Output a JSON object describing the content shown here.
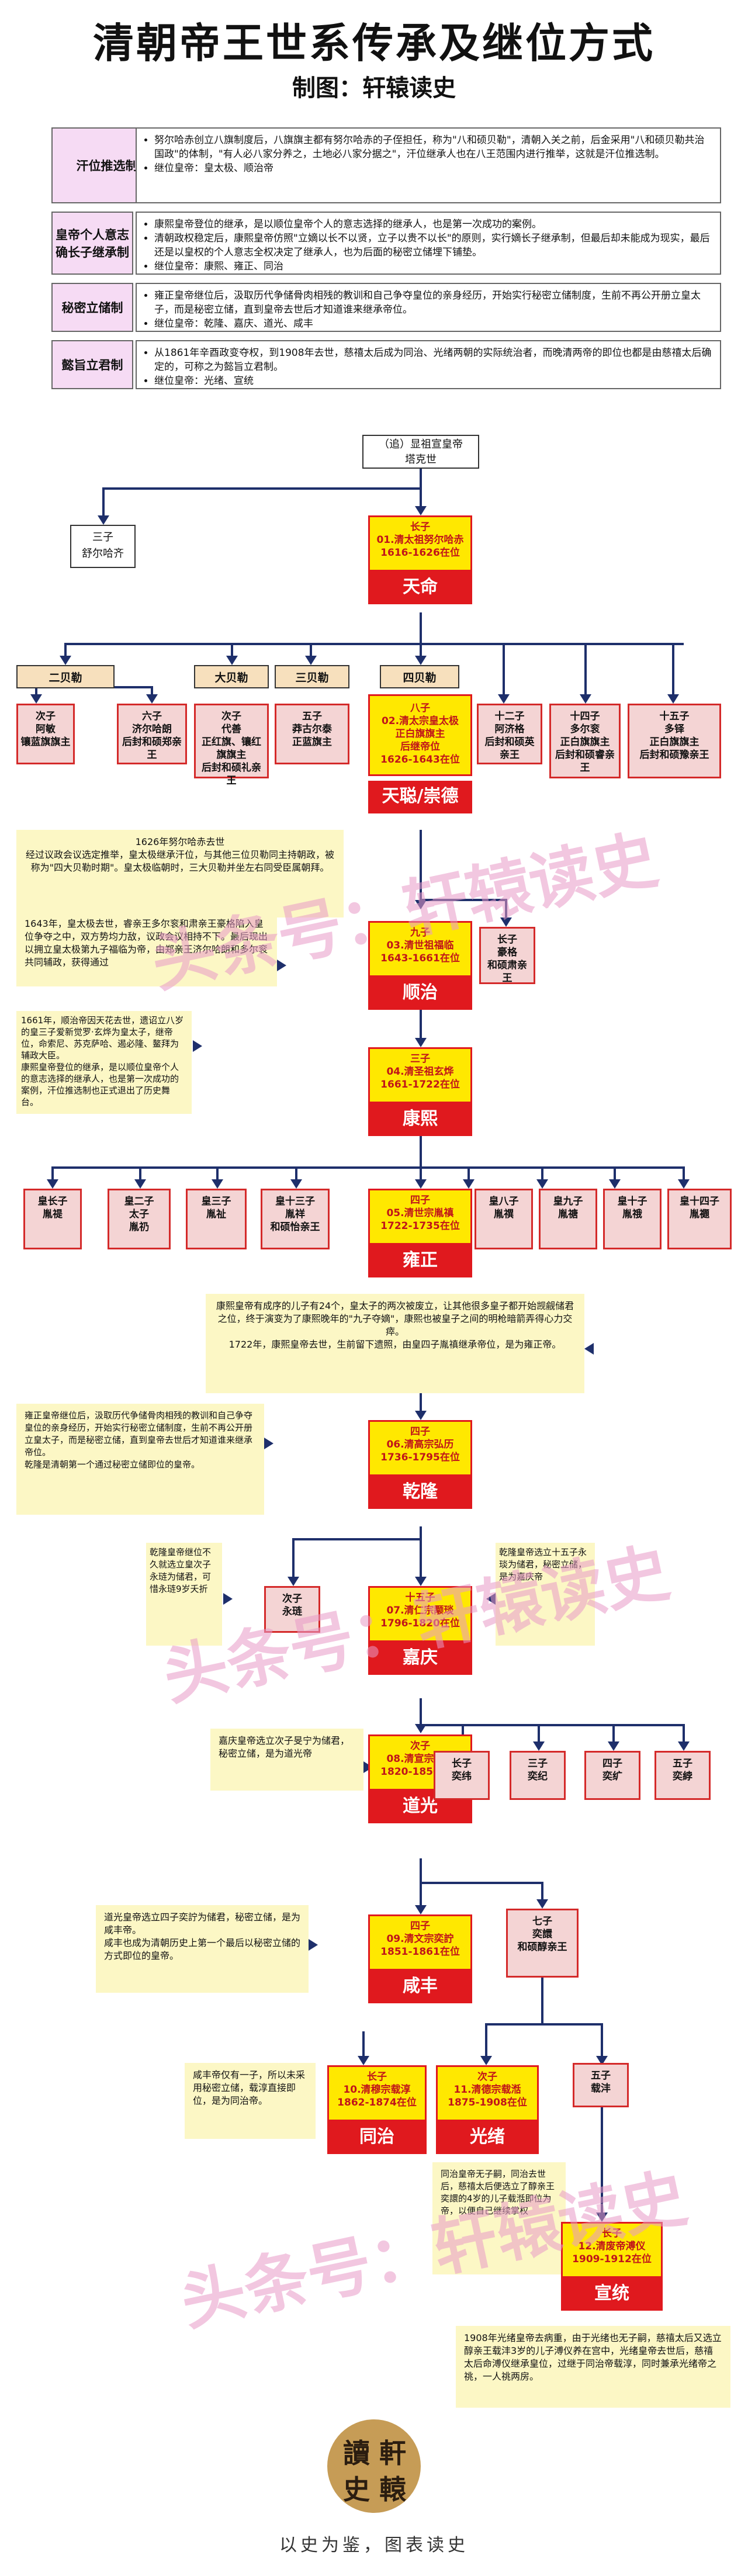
{
  "title": "清朝帝王世系传承及继位方式",
  "subtitle": "制图：轩辕读史",
  "methods": [
    {
      "label": "汗位推选制",
      "bullets": [
        "努尔哈赤创立八旗制度后，八旗旗主都有努尔哈赤的子侄担任，称为\"八和硕贝勒\"，清朝入关之前，后金采用\"八和硕贝勒共治国政\"的体制，\"有人必八家分养之，土地必八家分据之\"，汗位继承人也在八王范围内进行推举，这就是汗位推选制。",
        "继位皇帝：皇太极、顺治帝"
      ]
    },
    {
      "label": "皇帝个人意志确长子继承制",
      "bullets": [
        "康熙皇帝登位的继承，是以顺位皇帝个人的意志选择的继承人，也是第一次成功的案例。",
        "清朝政权稳定后，康熙皇帝仿照\"立嫡以长不以贤，立子以贵不以长\"的原则，实行嫡长子继承制，但最后却未能成为现实，最后还是以皇权的个人意志全权决定了继承人，也为后面的秘密立储埋下铺垫。",
        "继位皇帝：康熙、雍正、同治"
      ]
    },
    {
      "label": "秘密立储制",
      "bullets": [
        "雍正皇帝继位后，汲取历代争储骨肉相残的教训和自己争夺皇位的亲身经历，开始实行秘密立储制度，生前不再公开册立皇太子，而是秘密立储，直到皇帝去世后才知道谁来继承帝位。",
        "继位皇帝：乾隆、嘉庆、道光、咸丰"
      ]
    },
    {
      "label": "懿旨立君制",
      "bullets": [
        "从1861年辛酉政变夺权，到1908年去世，慈禧太后成为同治、光绪两朝的实际统治者，而晚清两帝的即位也都是由慈禧太后确定的，可称之为懿旨立君制。",
        "继位皇帝：光绪、宣统"
      ]
    }
  ],
  "ancestor": {
    "line1": "（追）显祖宣皇帝",
    "line2": "塔克世"
  },
  "nurhaci_brother": {
    "rank": "三子",
    "name": "舒尔哈齐"
  },
  "emperors": [
    {
      "rank": "长子",
      "title": "01.清太祖努尔哈赤",
      "years": "1616-1626在位",
      "era": "天命"
    },
    {
      "rank": "八子",
      "title": "02.清太宗皇太极",
      "extra": "正白旗旗主\n后继帝位",
      "years": "1626-1643在位",
      "era": "天聪/崇德"
    },
    {
      "rank": "九子",
      "title": "03.清世祖福临",
      "years": "1643-1661在位",
      "era": "顺治"
    },
    {
      "rank": "三子",
      "title": "04.清圣祖玄烨",
      "years": "1661-1722在位",
      "era": "康熙"
    },
    {
      "rank": "四子",
      "title": "05.清世宗胤禛",
      "years": "1722-1735在位",
      "era": "雍正"
    },
    {
      "rank": "四子",
      "title": "06.清高宗弘历",
      "years": "1736-1795在位",
      "era": "乾隆"
    },
    {
      "rank": "十五子",
      "title": "07.清仁宗颙琰",
      "years": "1796-1820在位",
      "era": "嘉庆"
    },
    {
      "rank": "次子",
      "title": "08.清宣宗旻宁",
      "years": "1820-1850在位",
      "era": "道光"
    },
    {
      "rank": "四子",
      "title": "09.清文宗奕詝",
      "years": "1851-1861在位",
      "era": "咸丰"
    },
    {
      "rank": "长子",
      "title": "10.清穆宗载淳",
      "years": "1862-1874在位",
      "era": "同治"
    },
    {
      "rank": "次子",
      "title": "11.清德宗载湉",
      "years": "1875-1908在位",
      "era": "光绪"
    },
    {
      "rank": "长子",
      "title": "12.清废帝溥仪",
      "years": "1909-1912在位",
      "era": "宣统"
    }
  ],
  "beile": [
    "二贝勒",
    "大贝勒",
    "三贝勒",
    "四贝勒"
  ],
  "nurhaci_sons": [
    {
      "rank": "次子",
      "name": "阿敏",
      "note": "镶蓝旗旗主"
    },
    {
      "rank": "六子",
      "name": "济尔哈朗",
      "note": "后封和硕郑亲王"
    },
    {
      "rank": "次子",
      "name": "代善",
      "note": "正红旗、镶红旗旗主",
      "note2": "后封和硕礼亲王"
    },
    {
      "rank": "五子",
      "name": "莽古尔泰",
      "note": "正蓝旗主"
    },
    {
      "rank": "十二子",
      "name": "阿济格",
      "note": "后封和硕英亲王"
    },
    {
      "rank": "十四子",
      "name": "多尔衮",
      "note": "正白旗旗主",
      "note2": "后封和硕睿亲王"
    },
    {
      "rank": "十五子",
      "name": "多铎",
      "note": "正白旗旗主",
      "note2": "后封和硕豫亲王"
    }
  ],
  "hongtaiji_son": {
    "rank": "长子",
    "name": "豪格",
    "note": "和硕肃亲王"
  },
  "kangxi_sons": [
    {
      "rank": "皇长子",
      "name": "胤禔"
    },
    {
      "rank": "皇二子",
      "name": "太子",
      "name2": "胤礽"
    },
    {
      "rank": "皇三子",
      "name": "胤祉"
    },
    {
      "rank": "皇十三子",
      "name": "胤祥",
      "note": "和硕怡亲王"
    },
    {
      "rank": "皇八子",
      "name": "胤禩"
    },
    {
      "rank": "皇九子",
      "name": "胤禟"
    },
    {
      "rank": "皇十子",
      "name": "胤䄉"
    },
    {
      "rank": "皇十四子",
      "name": "胤禵"
    }
  ],
  "qianlong_son2": {
    "rank": "次子",
    "name": "永琏"
  },
  "jiaqing_sons": [
    {
      "rank": "长子",
      "name": "奕纬"
    },
    {
      "rank": "三子",
      "name": "奕纪"
    },
    {
      "rank": "四子",
      "name": "奕纩"
    },
    {
      "rank": "五子",
      "name": "奕綍"
    }
  ],
  "daoguang_son7": {
    "rank": "七子",
    "name": "奕譞",
    "note": "和硕醇亲王"
  },
  "yixuan_son5": {
    "rank": "五子",
    "name": "载沣"
  },
  "notes": {
    "n1": "1626年努尔哈赤去世\n经过议政会议选定推举，皇太极继承汗位，与其他三位贝勒同主持朝政，被称为\"四大贝勒时期\"。皇太极临朝时，三大贝勒并坐左右同受臣属朝拜。",
    "n2": "1643年，皇太极去世，睿亲王多尔衮和肃亲王豪格陷入皇位争夺之中，双方势均力敌，议政会议相持不下。最后现出以拥立皇太极第九子福临为帝，由郑亲王济尔哈朗和多尔衮共同辅政，获得通过",
    "n3": "1661年，顺治帝因天花去世，遗诏立八岁的皇三子爱新觉罗·玄烨为皇太子，继帝位，命索尼、苏克萨哈、遏必隆、鳌拜为辅政大臣。\n康熙皇帝登位的继承，是以顺位皇帝个人的意志选择的继承人，也是第一次成功的案例，汗位推选制也正式退出了历史舞台。",
    "n4": "康熙皇帝有成序的儿子有24个，皇太子的两次被废立，让其他很多皇子都开始觊觎储君之位，终于演变为了康熙晚年的\"九子夺嫡\"，康熙也被皇子之间的明枪暗箭弄得心力交瘁。\n1722年，康熙皇帝去世，生前留下遗照，由皇四子胤禛继承帝位，是为雍正帝。",
    "n5": "雍正皇帝继位后，汲取历代争储骨肉相残的教训和自己争夺皇位的亲身经历，开始实行秘密立储制度，生前不再公开册立皇太子，而是秘密立储，直到皇帝去世后才知道谁来继承帝位。\n乾隆是清朝第一个通过秘密立储即位的皇帝。",
    "n6": "乾隆皇帝继位不久就选立皇次子永琏为储君，可惜永琏9岁夭折",
    "n7": "乾隆皇帝选立十五子永琰为储君，秘密立储，是为嘉庆帝",
    "n8": "嘉庆皇帝选立次子旻宁为储君，秘密立储，是为道光帝",
    "n9": "道光皇帝选立四子奕詝为储君，秘密立储，是为咸丰帝。\n咸丰也成为清朝历史上第一个最后以秘密立储的方式即位的皇帝。",
    "n10": "咸丰帝仅有一子，所以未采用秘密立储，载淳直接即位，是为同治帝。",
    "n11": "同治皇帝无子嗣，同治去世后，慈禧太后便选立了醇亲王奕譞的4岁的儿子载湉即位为帝，以便自己继续掌权",
    "n12": "1908年光绪皇帝去病重，由于光绪也无子嗣，慈禧太后又选立醇亲王载沣3岁的儿子溥仪养在宫中，光绪皇帝去世后，慈禧太后命溥仪继承皇位，过继于同治帝载淳，同时兼承光绪帝之祧，一人祧两房。"
  },
  "watermark": "头条号：轩辕读史",
  "seal": {
    "c1": "讀",
    "c2": "軒",
    "c3": "史",
    "c4": "轅"
  },
  "slogan": "以史为鉴，图表读史",
  "colors": {
    "emperor_fill": "#ffe800",
    "emperor_border": "#e0191e",
    "era_fill": "#e0191e",
    "sibling_fill": "#f4d4d4",
    "method_label_fill": "#f6dbf4",
    "note_fill": "#fcf7c5",
    "line": "#1e2f6b"
  }
}
